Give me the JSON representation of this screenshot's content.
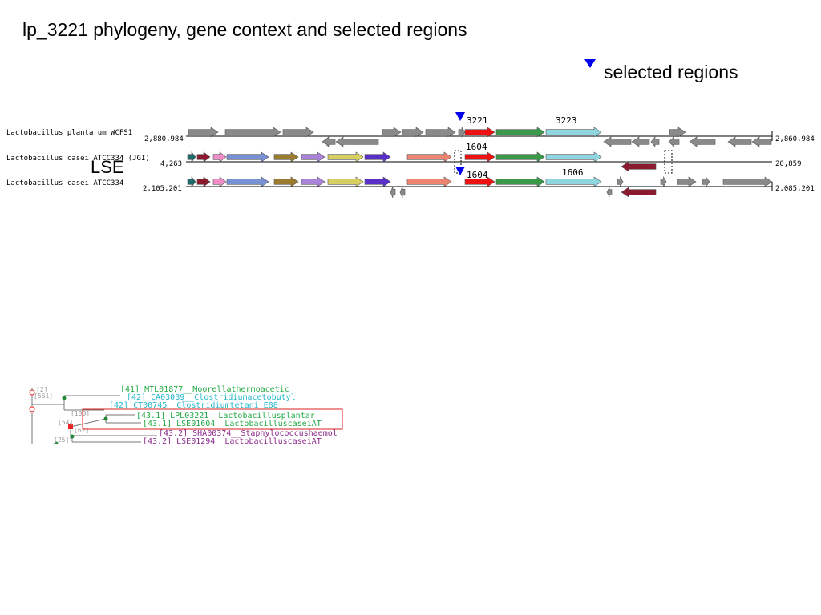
{
  "slide": {
    "title": "lp_3221 phylogeny, gene context and selected regions"
  },
  "legend": {
    "marker_color": "#0000ee",
    "label": "selected regions",
    "marker_icon": "blue-triangle-down"
  },
  "side_label": "LSE",
  "gene_context": {
    "tracks": [
      {
        "name": "Lactobacillus plantarum WCFS1",
        "left_coord": "2,880,984",
        "right_coord": "2,860,984"
      },
      {
        "name": "Lactobacillus casei ATCC334 (JGI)",
        "left_coord": "4,263",
        "right_coord": "20,859"
      },
      {
        "name": "Lactobacillus casei ATCC334",
        "left_coord": "2,105,201",
        "right_coord": "2,085,201"
      }
    ],
    "gene_labels": [
      "3221",
      "3223",
      "1604",
      "1604",
      "1606"
    ],
    "colors": {
      "gray": "#8a8a8a",
      "red": "#ee1111",
      "green": "#3a9a4a",
      "cyan": "#8fd6e0",
      "salmon": "#ef8470",
      "purple": "#5a2fc8",
      "khaki": "#d8cf62",
      "lavender": "#a883d8",
      "olive": "#9b7b2e",
      "blue": "#7891d4",
      "pink": "#f08cc8",
      "maroon": "#8b1a2e",
      "teal": "#1f6a6a"
    }
  },
  "tree": {
    "bootstrap_labels": [
      "[2]",
      "[561]",
      "[100]",
      "[54]",
      "[25]",
      "[62]"
    ],
    "leaves": [
      {
        "text": "[41] MTL01877__Moorellathermoacetic",
        "color": "#22aa44"
      },
      {
        "text": "[42] CA03039__Clostridiumacetobutyl",
        "color": "#22b8cc"
      },
      {
        "text": "[42] CT00745__Clostridiumtetani E88",
        "color": "#22b8cc"
      },
      {
        "text": "[43.1] LPL03221__Lactobacillusplantar",
        "color": "#22aa44"
      },
      {
        "text": "[43.1] LSE01604__LactobacilluscaseiAT",
        "color": "#22aa44"
      },
      {
        "text": "[43.2] SHA00374__Staphylococcushaemol",
        "color": "#8b2a8b"
      },
      {
        "text": "[43.2] LSE01294__LactobacilluscaseiAT",
        "color": "#8b2a8b"
      }
    ]
  }
}
